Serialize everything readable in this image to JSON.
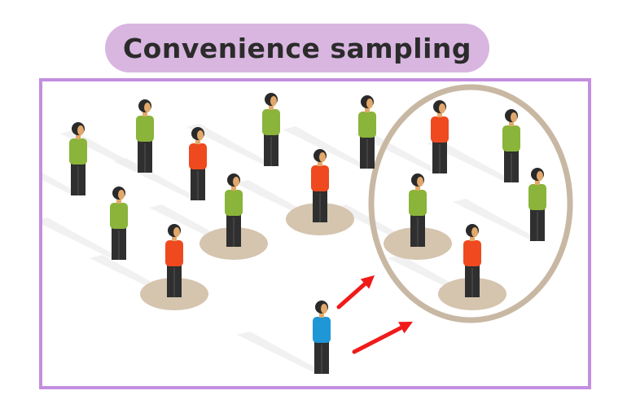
{
  "title": "Convenience sampling",
  "colors": {
    "title_pill": "#d8b6e0",
    "frame_border": "#c38fe0",
    "green_person": "#8ab43a",
    "orange_person": "#ef4a1f",
    "blue_person": "#1f96d6",
    "legs": "#2f2f2f",
    "head": "#2a2a2a",
    "face": "#e2a86a",
    "base_disc": "#d5c4ae",
    "sample_ellipse": "#c8b8a3",
    "arrow": "#f01a1a",
    "shadow": "#ececec"
  },
  "people": [
    {
      "id": "person-1",
      "color": "green",
      "has_base": false
    },
    {
      "id": "person-2",
      "color": "green",
      "has_base": false
    },
    {
      "id": "person-3",
      "color": "orange",
      "has_base": false
    },
    {
      "id": "person-4",
      "color": "green",
      "has_base": false
    },
    {
      "id": "person-5",
      "color": "green",
      "has_base": false
    },
    {
      "id": "person-6",
      "color": "orange",
      "has_base": true
    },
    {
      "id": "person-7",
      "color": "green",
      "has_base": false
    },
    {
      "id": "person-8",
      "color": "green",
      "has_base": true
    },
    {
      "id": "person-9",
      "color": "orange",
      "has_base": true
    },
    {
      "id": "person-10",
      "color": "orange",
      "has_base": false
    },
    {
      "id": "person-11",
      "color": "green",
      "has_base": false
    },
    {
      "id": "person-12",
      "color": "green",
      "has_base": true
    },
    {
      "id": "person-13",
      "color": "green",
      "has_base": false
    },
    {
      "id": "person-14",
      "color": "orange",
      "has_base": true
    },
    {
      "id": "person-15",
      "color": "blue",
      "has_base": false
    }
  ]
}
